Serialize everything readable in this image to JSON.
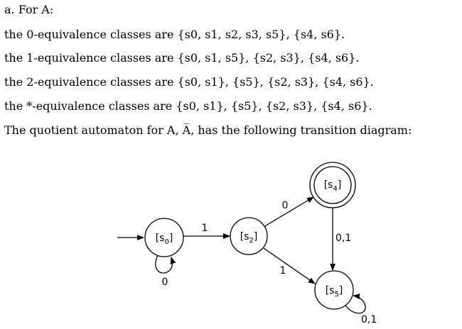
{
  "text": {
    "line1": "a. For A:",
    "line2": "the 0-equivalence classes are {s0, s1, s2, s3, s5}, {s4, s6}.",
    "line3": "the 1-equivalence classes are {s0, s1, s5}, {s2, s3}, {s4, s6}.",
    "line4": "the 2-equivalence classes are {s0, s1}, {s5}, {s2, s3}, {s4, s6}.",
    "line5": "the *-equivalence classes are {s0, s1}, {s5}, {s2, s3}, {s4, s6}.",
    "line6": "The quotient automaton for A, A̅, has the following transition diagram:"
  },
  "diagram": {
    "states": [
      {
        "id": "s0",
        "label": "[s",
        "sub": "0",
        "close": "]",
        "accepting": false,
        "start": true
      },
      {
        "id": "s2",
        "label": "[s",
        "sub": "2",
        "close": "]",
        "accepting": false,
        "start": false
      },
      {
        "id": "s4",
        "label": "[s",
        "sub": "4",
        "close": "]",
        "accepting": true,
        "start": false
      },
      {
        "id": "s5",
        "label": "[s",
        "sub": "5",
        "close": "]",
        "accepting": false,
        "start": false
      }
    ],
    "edges": [
      {
        "from": "s0",
        "to": "s0",
        "label": "0"
      },
      {
        "from": "s0",
        "to": "s2",
        "label": "1"
      },
      {
        "from": "s2",
        "to": "s4",
        "label": "0"
      },
      {
        "from": "s2",
        "to": "s5",
        "label": "1"
      },
      {
        "from": "s4",
        "to": "s5",
        "label": "0,1"
      },
      {
        "from": "s5",
        "to": "s5",
        "label": "0,1"
      }
    ]
  }
}
